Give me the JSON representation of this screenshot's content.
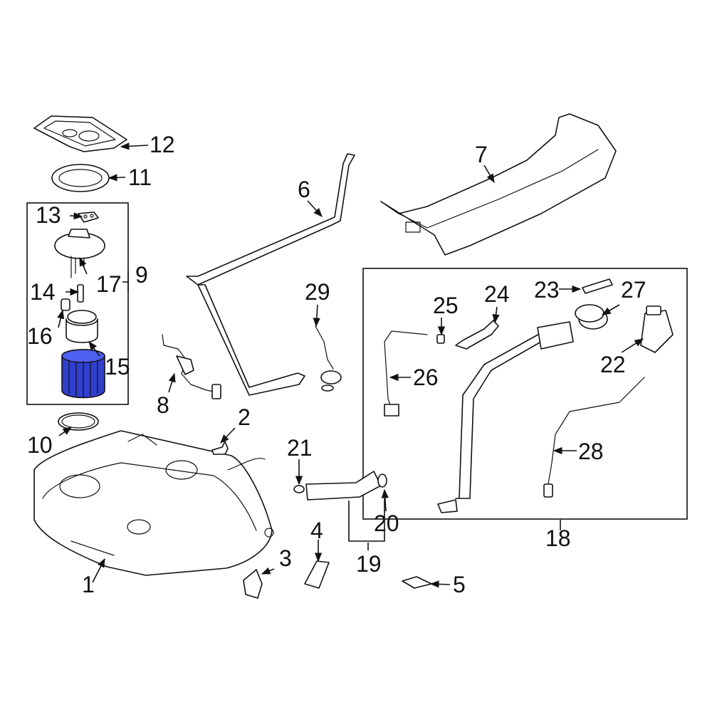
{
  "diagram": {
    "type": "exploded-parts-diagram",
    "highlight_color": "#2f3fd0",
    "highlighted_part": "15",
    "callouts": {
      "c1": "1",
      "c2": "2",
      "c3": "3",
      "c4": "4",
      "c5": "5",
      "c6": "6",
      "c7": "7",
      "c8": "8",
      "c9": "9",
      "c10": "10",
      "c11": "11",
      "c12": "12",
      "c13": "13",
      "c14": "14",
      "c15": "15",
      "c16": "16",
      "c17": "17",
      "c18": "18",
      "c19": "19",
      "c20": "20",
      "c21": "21",
      "c22": "22",
      "c23": "23",
      "c24": "24",
      "c25": "25",
      "c26": "26",
      "c27": "27",
      "c28": "28",
      "c29": "29"
    }
  }
}
